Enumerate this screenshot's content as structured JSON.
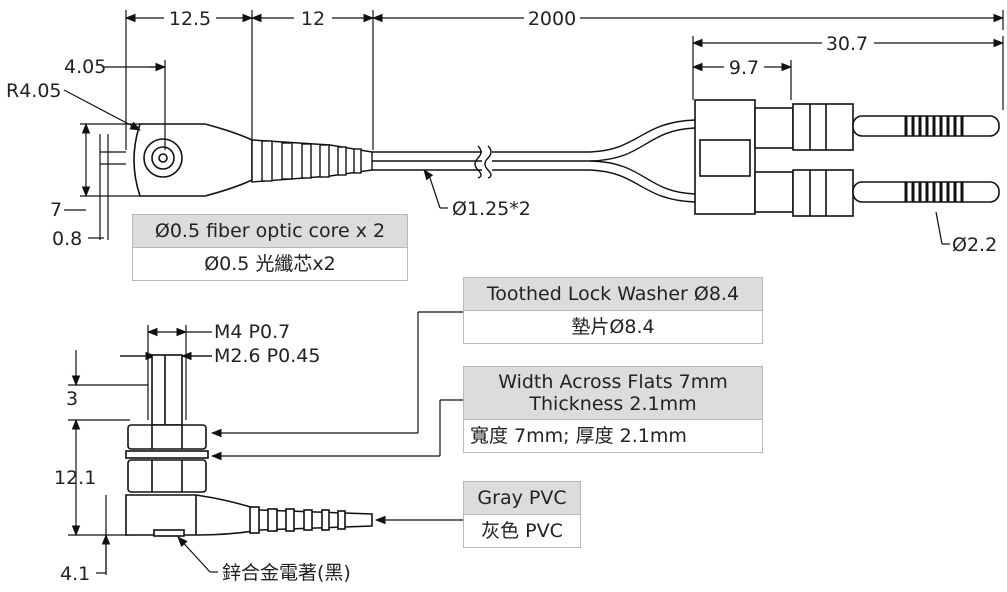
{
  "dimensions": {
    "d_12_5": "12.5",
    "d_12": "12",
    "d_2000": "2000",
    "d_30_7": "30.7",
    "d_9_7": "9.7",
    "d_4_05": "4.05",
    "r_4_05": "R4.05",
    "d_7": "7",
    "d_0_8": "0.8",
    "dia_1_25": "Ø1.25*2",
    "dia_2_2": "Ø2.2",
    "m4": "M4 P0.7",
    "m2_6": "M2.6 P0.45",
    "d_3": "3",
    "d_12_1": "12.1",
    "d_4_1": "4.1",
    "zinc_alloy": "鋅合金電著(黑)"
  },
  "labels": {
    "fiber": {
      "en": "Ø0.5 fiber optic core x 2",
      "zh": "Ø0.5 光纖芯x2"
    },
    "washer": {
      "en": "Toothed Lock Washer Ø8.4",
      "zh": "墊片Ø8.4"
    },
    "nut": {
      "en_line1": "Width Across Flats 7mm",
      "en_line2": "Thickness 2.1mm",
      "zh": "寬度 7mm; 厚度 2.1mm"
    },
    "pvc": {
      "en": "Gray PVC",
      "zh": "灰色 PVC"
    }
  },
  "colors": {
    "line": "#111111",
    "label_header": "#dcdcdc",
    "label_border": "#b8b8b8"
  }
}
